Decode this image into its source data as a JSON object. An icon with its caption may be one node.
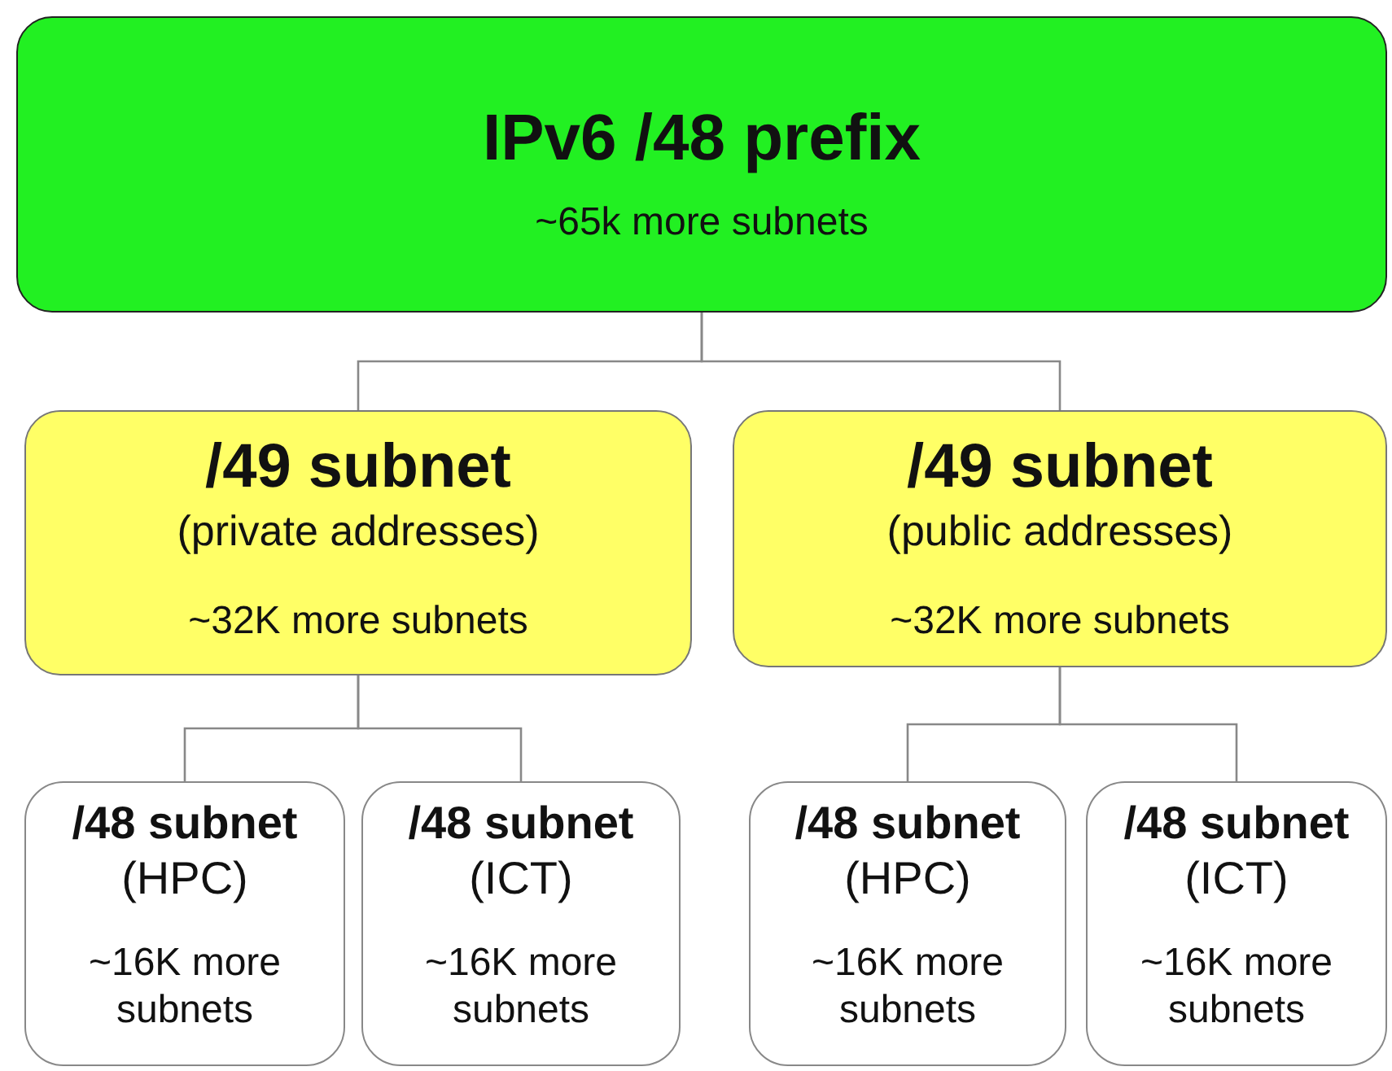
{
  "diagram": {
    "nodes": [
      {
        "text": [
          "IPv6 /48 prefix",
          "~65k more subnets"
        ]
      },
      {
        "text": [
          "/49 subnet",
          "(private addresses)",
          "~32K more subnets"
        ]
      },
      {
        "text": [
          "/49 subnet",
          "(public addresses)",
          "~32K more subnets"
        ]
      },
      {
        "text": [
          "/48 subnet",
          "(HPC)",
          "~16K more subnets"
        ]
      },
      {
        "text": [
          "/48 subnet",
          "(ICT)",
          "~16K more subnets"
        ]
      },
      {
        "text": [
          "/48 subnet",
          "(HPC)",
          "~16K more subnets"
        ]
      },
      {
        "text": [
          "/48 subnet",
          "(ICT)",
          "~16K more subnets"
        ]
      }
    ],
    "edges": [
      {
        "from": 0,
        "to": 1,
        "arrow": "none"
      },
      {
        "from": 0,
        "to": 2,
        "arrow": "none"
      },
      {
        "from": 1,
        "to": 3,
        "arrow": "none"
      },
      {
        "from": 1,
        "to": 4,
        "arrow": "none"
      },
      {
        "from": 2,
        "to": 5,
        "arrow": "none"
      },
      {
        "from": 2,
        "to": 6,
        "arrow": "none"
      }
    ]
  }
}
